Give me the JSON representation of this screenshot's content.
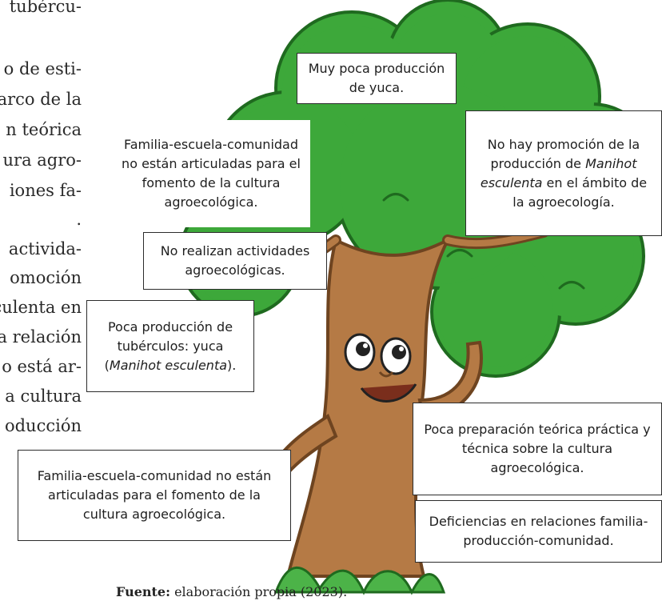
{
  "body_text_lines": [
    "tubércu-",
    "",
    "o de esti-",
    "arco de la",
    "n teórica",
    "ura agro-",
    "iones fa-",
    ".",
    "activida-",
    "omoción",
    "culenta en",
    "a relación",
    "o está ar-",
    "a cultura",
    "oducción"
  ],
  "boxes": {
    "muy_poca": "Muy poca producción de yuca.",
    "familia_top": "Familia-escuela-comunidad no están articuladas para el fomento de la cultura agroecológica.",
    "no_promocion": {
      "a": "No hay promoción de la producción de ",
      "em": "Manihot esculenta",
      "b": " en el ámbito de la agroecología."
    },
    "no_realizan": "No realizan actividades agroecológicas.",
    "poca_tuberculos": {
      "a": "Poca producción de tubérculos: yuca (",
      "em": "Manihot esculenta",
      "b": ")."
    },
    "poca_preparacion": "Poca preparación teórica práctica y técnica sobre la cultura agroecológica.",
    "familia_bottom": "Familia-escuela-comunidad no están articuladas para el fomento de la cultura agroecológica.",
    "deficiencias": "Deficiencias en relaciones familia-producción-comunidad."
  },
  "caption": {
    "label": "Fuente:",
    "text": " elaboración propia (2023)."
  },
  "colors": {
    "foliage": "#3da83a",
    "foliage_dark": "#1f6a1f",
    "trunk": "#b57a45",
    "trunk_dark": "#6e4420",
    "grass": "#4cb348"
  }
}
